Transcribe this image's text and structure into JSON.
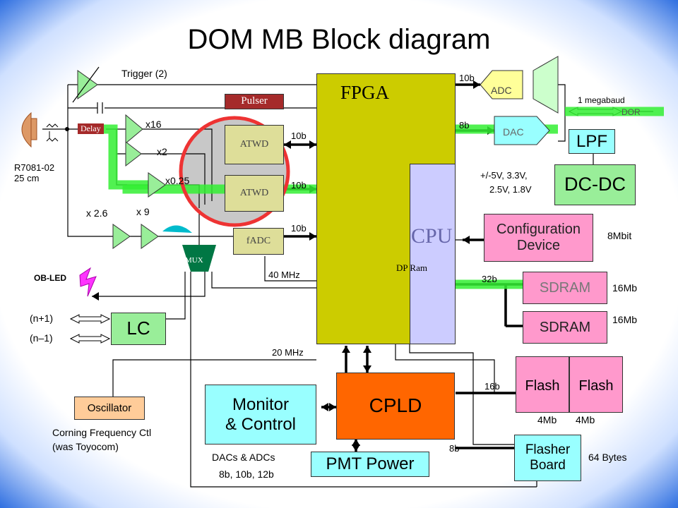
{
  "title": "DOM MB Block diagram",
  "blocks": {
    "fpga": "FPGA",
    "cpu": "CPU",
    "dp_ram": "DP Ram",
    "pulser": "Pulser",
    "atwd1": "ATWD",
    "atwd2": "ATWD",
    "fadc": "fADC",
    "mux": "MUX",
    "adc": "ADC",
    "dac": "DAC",
    "lpf": "LPF",
    "dcdc": "DC-DC",
    "config_line1": "Configuration",
    "config_line2": "Device",
    "sdram1": "SDRAM",
    "sdram2": "SDRAM",
    "flash1": "Flash",
    "flash2": "Flash",
    "flasher_line1": "Flasher",
    "flasher_line2": "Board",
    "cpld": "CPLD",
    "monitor_line1": "Monitor",
    "monitor_line2": "& Control",
    "pmt_power": "PMT Power",
    "lc": "LC",
    "oscillator": "Oscillator",
    "delay": "Delay"
  },
  "labels": {
    "trigger": "Trigger (2)",
    "x16": "x16",
    "x2": "x2",
    "x025": "x0.25",
    "x26": "x 2.6",
    "x9": "x 9",
    "pmt_model": "R7081-02",
    "pmt_size": "25 cm",
    "ob_led": "OB-LED",
    "n_plus": "(n+1)",
    "n_minus": "(n–1)",
    "corning1": "Corning Frequency Ctl",
    "corning2": "(was Toyocom)",
    "dacs_adcs1": "DACs & ADCs",
    "dacs_adcs2": "8b, 10b, 12b",
    "mhz40": "40 MHz",
    "mhz20": "20 MHz",
    "b10_adc": "10b",
    "b8_dac": "8b",
    "b10_atwd1": "10b",
    "b10_atwd2": "10b",
    "b10_fadc": "10b",
    "b32": "32b",
    "b16": "16b",
    "b8_flasher": "8b",
    "megabaud": "1 megabaud",
    "dor": "DOR",
    "voltages1": "+/-5V, 3.3V,",
    "voltages2": "2.5V, 1.8V",
    "mbit8": "8Mbit",
    "mb16a": "16Mb",
    "mb16b": "16Mb",
    "mb4a": "4Mb",
    "mb4b": "4Mb",
    "bytes64": "64 Bytes"
  },
  "colors": {
    "fpga": "#cccc00",
    "cpu": "#ccccff",
    "pink": "#ff99cc",
    "khaki": "#dede99",
    "green_box": "#99ee99",
    "cyan": "#99ffff",
    "cpld": "#ff6600",
    "oscillator": "#ffcc99",
    "pulser": "#a52a2a",
    "mux": "#007744",
    "signal_path": "#33ee33",
    "highlight": "#ee3333"
  }
}
